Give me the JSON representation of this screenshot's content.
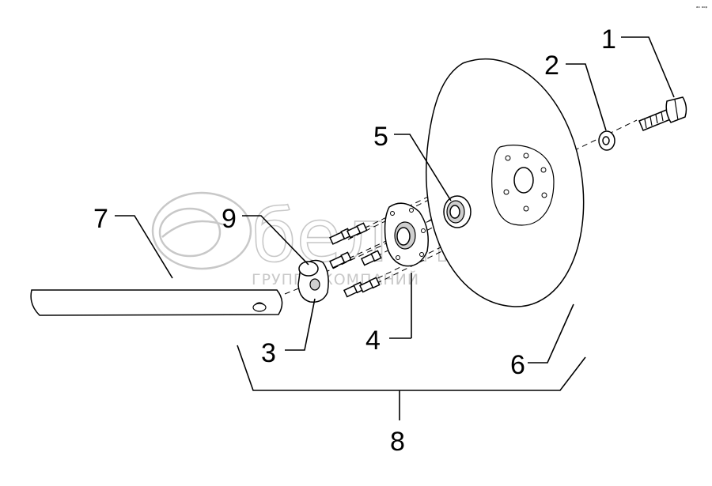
{
  "callouts": [
    {
      "number": "1",
      "part": "bolt"
    },
    {
      "number": "2",
      "part": "washer"
    },
    {
      "number": "3",
      "part": "spacer"
    },
    {
      "number": "4",
      "part": "hub-flange"
    },
    {
      "number": "5",
      "part": "bearing"
    },
    {
      "number": "6",
      "part": "disc"
    },
    {
      "number": "7",
      "part": "arm"
    },
    {
      "number": "8",
      "part": "assembly"
    },
    {
      "number": "9",
      "part": "cap"
    }
  ],
  "watermark": {
    "brand": "белагро",
    "tagline": "ГРУППА КОМПАНИЙ"
  },
  "corner_mark": "ᵃᵒ ᵒᵒᵖ",
  "colors": {
    "line": "#000000",
    "watermark": "#c8c8c8",
    "background": "#ffffff"
  }
}
